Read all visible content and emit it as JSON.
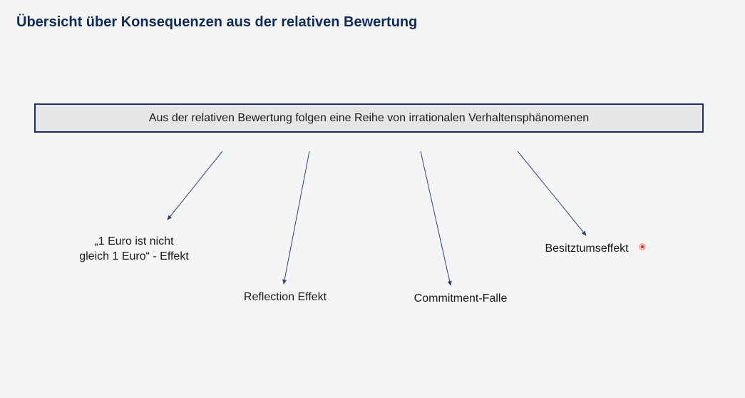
{
  "slide": {
    "title": "Übersicht über Konsequenzen aus der relativen Bewertung",
    "banner": "Aus der relativen Bewertung folgen eine Reihe von irrationalen Verhaltensphänomenen"
  },
  "consequences": [
    {
      "lines": [
        "„1 Euro ist nicht",
        "gleich 1 Euro“ - Effekt"
      ]
    },
    {
      "lines": [
        "Reflection Effekt"
      ]
    },
    {
      "lines": [
        "Commitment-Falle"
      ]
    },
    {
      "lines": [
        "Besitztumseffekt"
      ]
    }
  ],
  "colors": {
    "title": "#0f2a5c",
    "banner_border": "#1b2f6b",
    "banner_fill": "#e6e6e6",
    "arrow": "#2c4478"
  }
}
